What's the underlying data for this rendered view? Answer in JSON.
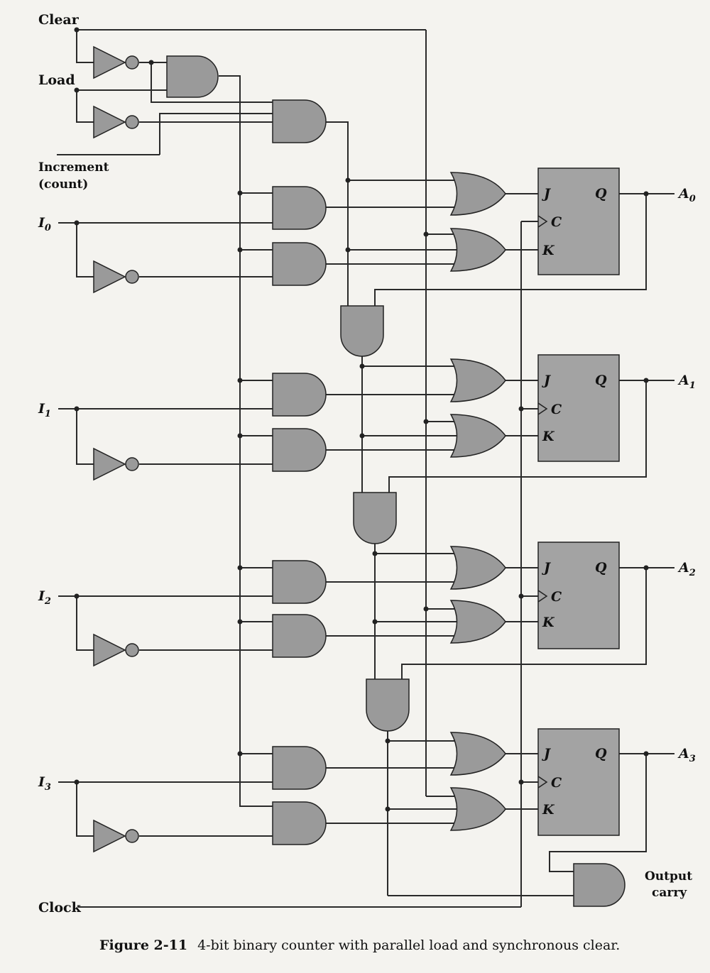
{
  "inputs": {
    "clear": "Clear",
    "load": "Load",
    "increment_line1": "Increment",
    "increment_line2": "(count)",
    "clock": "Clock"
  },
  "data_inputs": [
    {
      "base": "I",
      "sub": "0"
    },
    {
      "base": "I",
      "sub": "1"
    },
    {
      "base": "I",
      "sub": "2"
    },
    {
      "base": "I",
      "sub": "3"
    }
  ],
  "outputs": [
    {
      "base": "A",
      "sub": "0"
    },
    {
      "base": "A",
      "sub": "1"
    },
    {
      "base": "A",
      "sub": "2"
    },
    {
      "base": "A",
      "sub": "3"
    }
  ],
  "flip_flop_pins": {
    "j": "J",
    "k": "K",
    "c": "C",
    "q": "Q"
  },
  "output_carry_line1": "Output",
  "output_carry_line2": "carry",
  "caption": {
    "number": "Figure 2-11",
    "text": "4-bit binary counter with parallel load and synchronous clear."
  },
  "colors": {
    "gate_fill": "#9a9a9a",
    "flipflop_fill": "#a3a3a3",
    "wire": "#2a2a2a",
    "background": "#f4f3ef"
  }
}
